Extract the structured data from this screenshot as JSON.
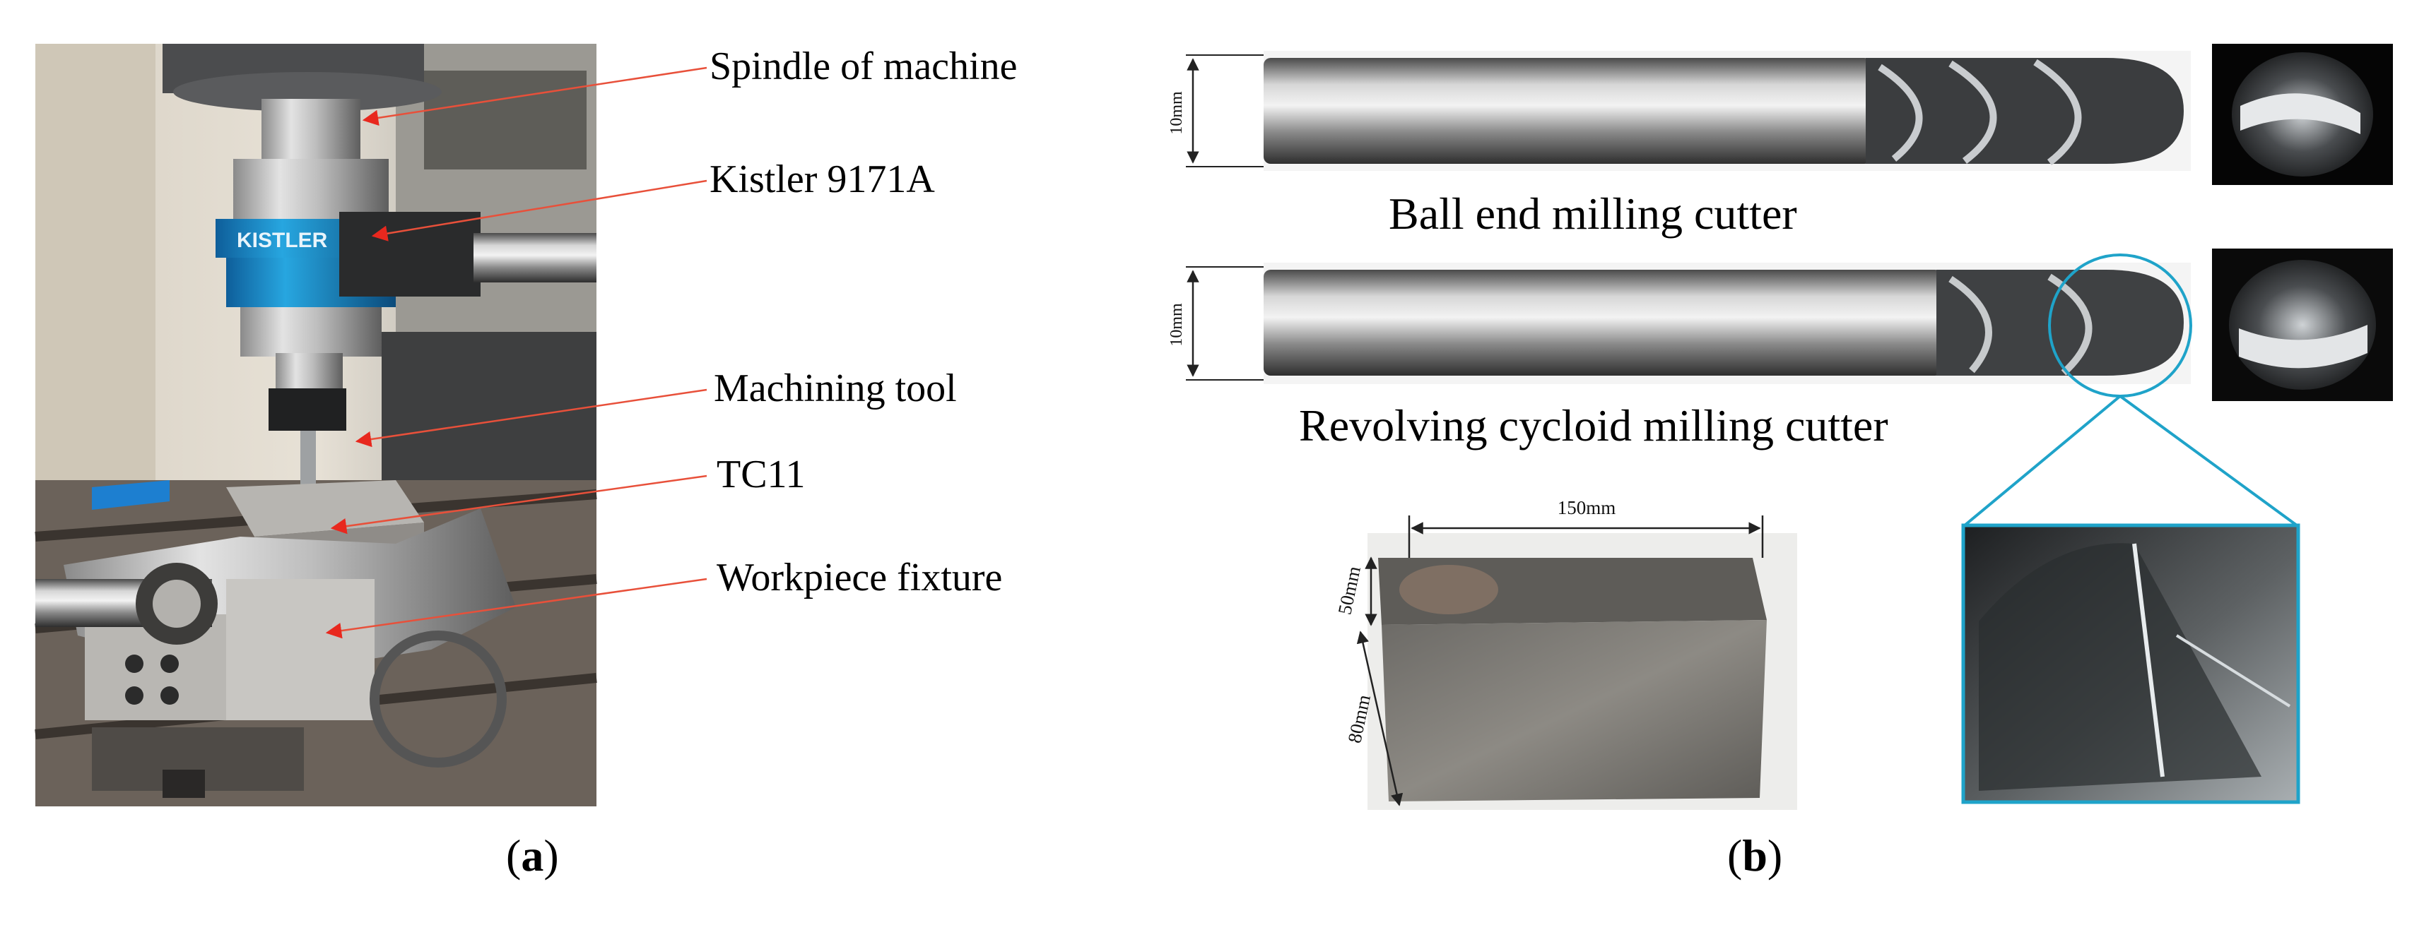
{
  "panel_a": {
    "letter": "a",
    "labels": {
      "spindle": "Spindle of machine",
      "dynamometer": "Kistler 9171A",
      "tool": "Machining tool",
      "workpiece": "TC11",
      "fixture": "Workpiece fixture"
    },
    "brand_text": "KISTLER"
  },
  "panel_b": {
    "letter": "b",
    "cutters": {
      "ball_name": "Ball end milling cutter",
      "ball_diameter": "10mm",
      "cycloid_name": "Revolving cycloid milling cutter",
      "cycloid_diameter": "10mm"
    },
    "block": {
      "length": "150mm",
      "height": "50mm",
      "width": "80mm"
    }
  },
  "colors": {
    "leader_line": "#e8503a",
    "callout": "#1fa3c9",
    "dimension": "#222222"
  }
}
